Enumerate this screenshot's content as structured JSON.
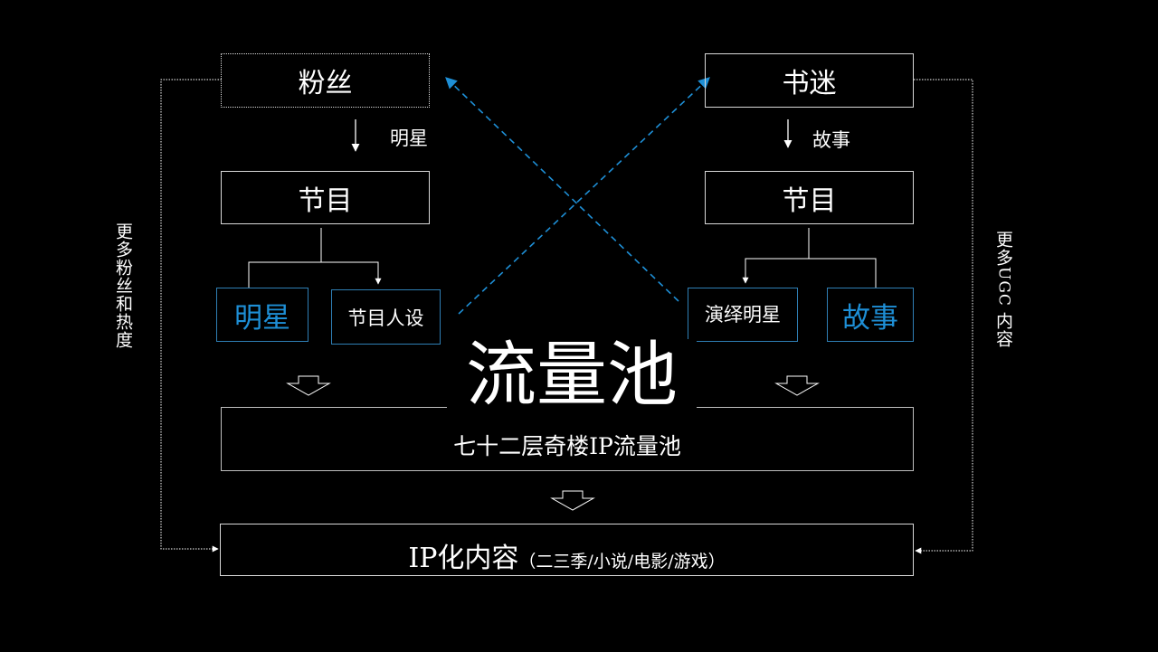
{
  "colors": {
    "background": "#000000",
    "text": "#ffffff",
    "border": "#d9d9d9",
    "accent_blue": "#1e8fd6"
  },
  "left_branch": {
    "top_box": "粉丝",
    "arrow_label": "明星",
    "middle_box": "节目",
    "child_left": "明星",
    "child_right": "节目人设"
  },
  "right_branch": {
    "top_box": "书迷",
    "arrow_label": "故事",
    "middle_box": "节目",
    "child_left": "演绎明星",
    "child_right": "故事"
  },
  "center_title": "流量池",
  "pool_box": "七十二层奇楼IP流量池",
  "output_box": {
    "main": "IP化内容",
    "sub": "（二三季/小说/电影/游戏）"
  },
  "side_labels": {
    "left": "更多粉丝和热度",
    "right_prefix": "更多",
    "right_mid": "UGC",
    "right_suffix": "内容"
  }
}
